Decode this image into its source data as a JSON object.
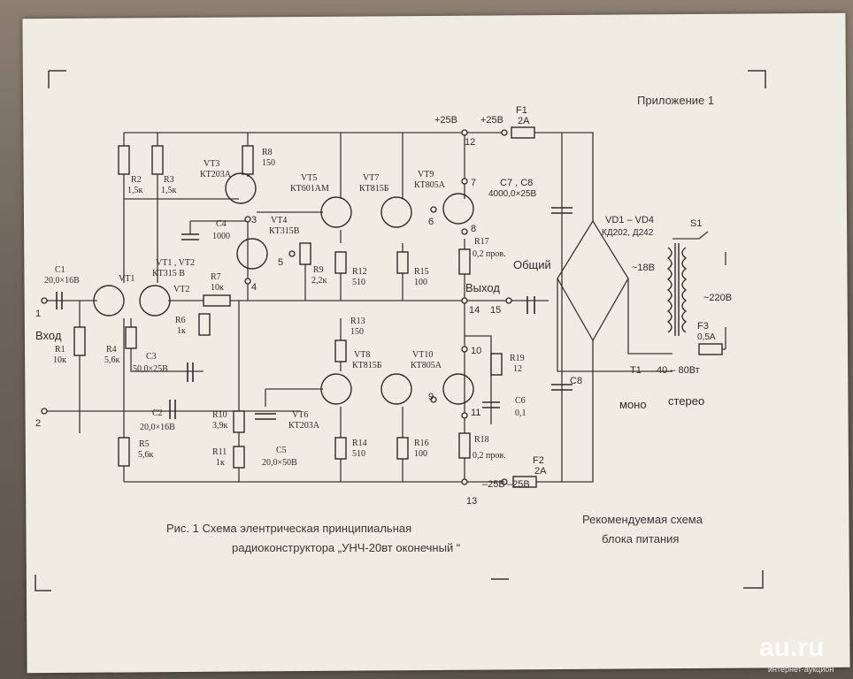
{
  "header": {
    "appendix": "Приложение 1"
  },
  "supply": {
    "plus_a": "+25В",
    "plus_b": "+25В",
    "minus_a": "–25В",
    "minus_b": "–25В",
    "f1": "F1",
    "f1_val": "2А",
    "f2": "F2",
    "f2_val": "2А",
    "f3": "F3",
    "f3_val": "0,5А",
    "common": "Общий",
    "output": "Выход",
    "input": "Вход",
    "vd": "VD1 – VD4",
    "vd_type": "КД202, Д242",
    "s1": "S1",
    "v18": "~18В",
    "v220": "~220В",
    "t1": "Т1",
    "power": "40 – 80Вт",
    "mono": "моно",
    "stereo": "стерео",
    "c8": "С8",
    "c7c8": "С7 , С8",
    "c7c8_val": "4000,0×25В"
  },
  "nodes": [
    "1",
    "2",
    "3",
    "4",
    "5",
    "6",
    "7",
    "8",
    "9",
    "10",
    "11",
    "12",
    "13",
    "14",
    "15"
  ],
  "components": {
    "r1": "R1",
    "r1v": "10к",
    "r2": "R2",
    "r2v": "1,5к",
    "r3": "R3",
    "r3v": "1,5к",
    "r4": "R4",
    "r4v": "5,6к",
    "r5": "R5",
    "r5v": "5,6к",
    "r6": "R6",
    "r6v": "1к",
    "r7": "R7",
    "r7v": "10к",
    "r8": "R8",
    "r8v": "150",
    "r9": "R9",
    "r9v": "2,2к",
    "r10": "R10",
    "r10v": "3,9к",
    "r11": "R11",
    "r11v": "1к",
    "r12": "R12",
    "r12v": "510",
    "r13": "R13",
    "r13v": "150",
    "r14": "R14",
    "r14v": "510",
    "r15": "R15",
    "r15v": "100",
    "r16": "R16",
    "r16v": "100",
    "r17": "R17",
    "r17v": "0,2 пров.",
    "r18": "R18",
    "r18v": "0,2 пров.",
    "r19": "R19",
    "r19v": "12",
    "c1": "С1",
    "c1v": "20,0×16В",
    "c2": "С2",
    "c2v": "20,0×16В",
    "c3": "С3",
    "c3v": "50,0×25В",
    "c4": "С4",
    "c4v": "1000",
    "c5": "С5",
    "c5v": "20,0×50В",
    "c6": "С6",
    "c6v": "0,1",
    "vt1": "VT1",
    "vt2": "VT2",
    "vt12": "VT1 , VT2",
    "vt12t": "КТ315 В",
    "vt3": "VT3",
    "vt3t": "КТ203А",
    "vt4": "VT4",
    "vt4t": "КТ315В",
    "vt5": "VT5",
    "vt5t": "КТ601АМ",
    "vt6": "VT6",
    "vt6t": "КТ203А",
    "vt7": "VT7",
    "vt7t": "КТ815Б",
    "vt8": "VT8",
    "vt8t": "КТ815Б",
    "vt9": "VT9",
    "vt9t": "КТ805А",
    "vt10": "VT10",
    "vt10t": "КТ805А"
  },
  "captions": {
    "fig_line1": "Рис. 1 Схема элентрическая принципиальная",
    "fig_line2": "радиоконструктора „УНЧ-20вт оконечный “",
    "psu_line1": "Рекомендуемая схема",
    "psu_line2": "блока питания"
  },
  "watermark": {
    "site": "au.ru",
    "sub": "интернет-аукцион"
  }
}
